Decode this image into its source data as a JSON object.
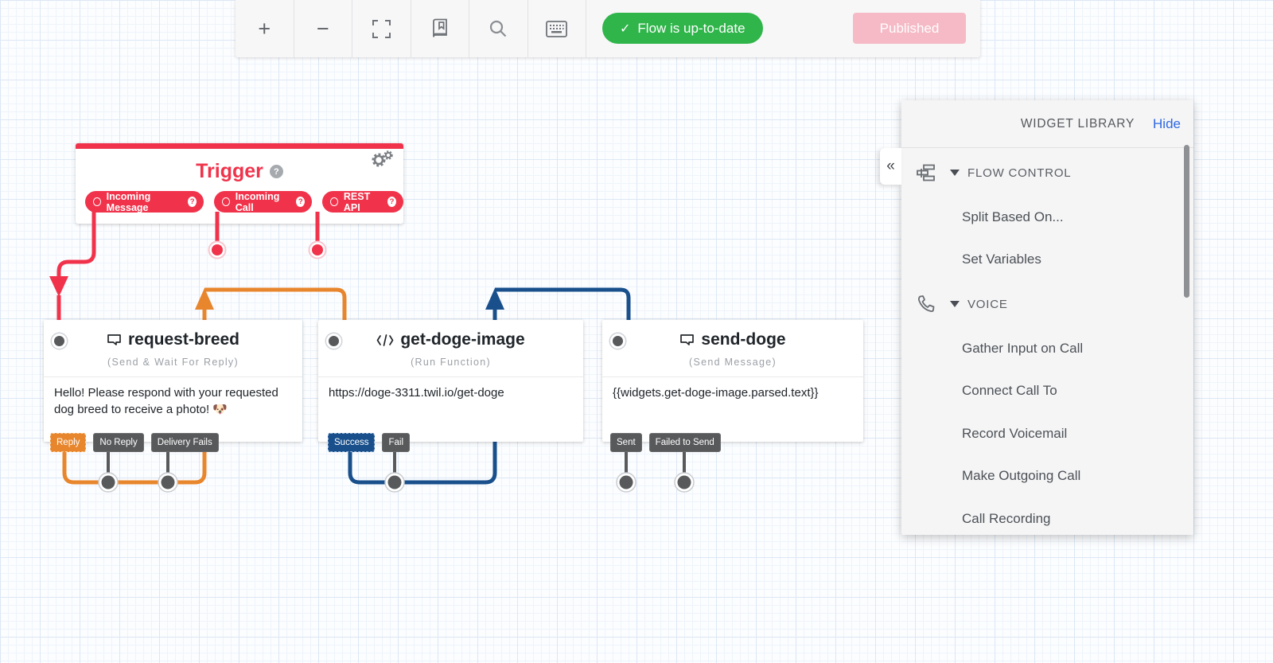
{
  "glyphs": {
    "plus": "+",
    "minus": "−",
    "check": "✓",
    "question": "?",
    "collapse": "«"
  },
  "toolbar": {
    "status_label": "Flow is up-to-date",
    "publish_label": "Published"
  },
  "trigger": {
    "title": "Trigger",
    "pills": [
      {
        "label": "Incoming Message"
      },
      {
        "label": "Incoming Call"
      },
      {
        "label": "REST API"
      }
    ]
  },
  "widgets": [
    {
      "name": "request-breed",
      "type": "(Send & Wait For Reply)",
      "body": "Hello! Please respond with your requested dog breed to receive a photo! 🐶",
      "transitions": [
        {
          "label": "Reply"
        },
        {
          "label": "No Reply"
        },
        {
          "label": "Delivery Fails"
        }
      ]
    },
    {
      "name": "get-doge-image",
      "type": "(Run Function)",
      "body": "https://doge-3311.twil.io/get-doge",
      "transitions": [
        {
          "label": "Success"
        },
        {
          "label": "Fail"
        }
      ]
    },
    {
      "name": "send-doge",
      "type": "(Send Message)",
      "body": "{{widgets.get-doge-image.parsed.text}}",
      "transitions": [
        {
          "label": "Sent"
        },
        {
          "label": "Failed to Send"
        }
      ]
    }
  ],
  "sidebar": {
    "title": "WIDGET LIBRARY",
    "hide_label": "Hide",
    "sections": [
      {
        "label": "FLOW CONTROL",
        "icon": "sitemap-icon",
        "items": [
          "Split Based On...",
          "Set Variables"
        ]
      },
      {
        "label": "VOICE",
        "icon": "phone-icon",
        "items": [
          "Gather Input on Call",
          "Connect Call To",
          "Record Voicemail",
          "Make Outgoing Call",
          "Call Recording"
        ]
      }
    ]
  },
  "colors": {
    "red": "#F0334B",
    "orange": "#E8862D",
    "navy": "#19508C",
    "gray_button": "#58595B",
    "green": "#2FB54A",
    "pink": "#F5BAC5",
    "hide_blue": "#2E68E0"
  }
}
